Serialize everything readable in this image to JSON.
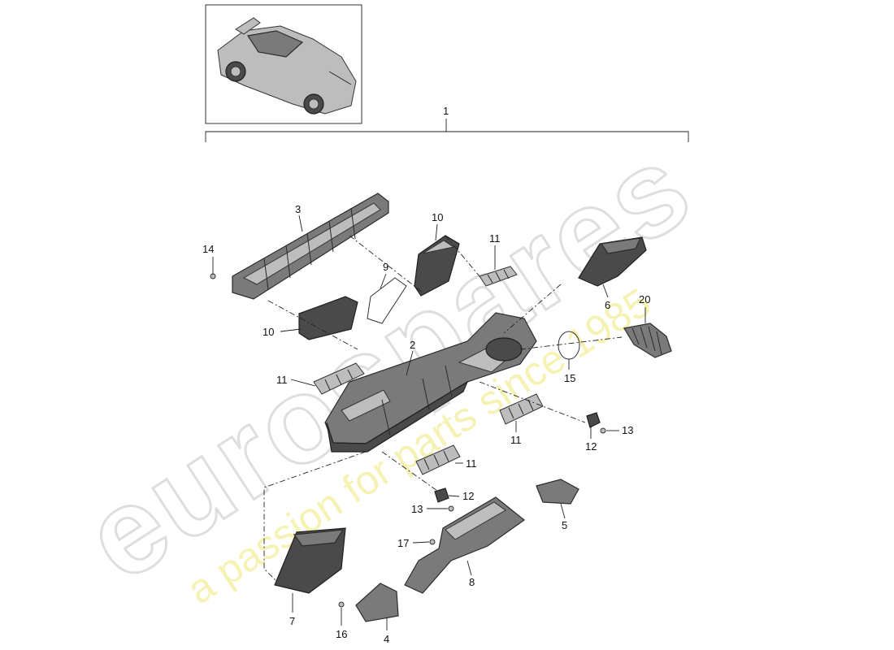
{
  "watermark": {
    "brand": "eurospares",
    "tagline": "a passion for parts since 1985",
    "brand_color": "#dedede",
    "tagline_color": "#f4f0a8"
  },
  "thumbnail": {
    "icon": "car-icon"
  },
  "callouts": {
    "c1": "1",
    "c2": "2",
    "c3": "3",
    "c4": "4",
    "c5": "5",
    "c6": "6",
    "c7": "7",
    "c8": "8",
    "c9": "9",
    "c10a": "10",
    "c10b": "10",
    "c11a": "11",
    "c11b": "11",
    "c11c": "11",
    "c11d": "11",
    "c12a": "12",
    "c12b": "12",
    "c13a": "13",
    "c13b": "13",
    "c14": "14",
    "c15": "15",
    "c16": "16",
    "c17": "17",
    "c20": "20"
  }
}
